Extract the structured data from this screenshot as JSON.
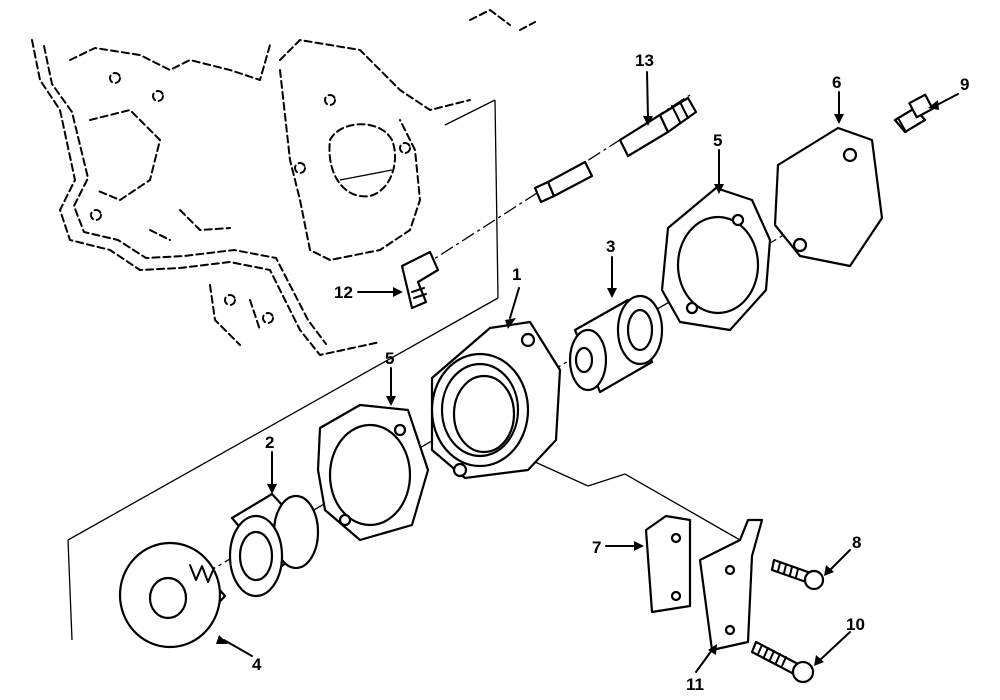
{
  "callouts": [
    "1",
    "2",
    "3",
    "4",
    "5",
    "5",
    "6",
    "7",
    "8",
    "9",
    "10",
    "11",
    "12",
    "13"
  ],
  "parts": [
    "housing",
    "bearing",
    "sleeve",
    "spring-disc",
    "gasket-left",
    "gasket-right",
    "cover-plate",
    "bracket-block",
    "bracket-plate",
    "capscrew-upper",
    "capscrew-cover",
    "capscrew-lower",
    "elbow-fitting",
    "hose-adapter"
  ]
}
